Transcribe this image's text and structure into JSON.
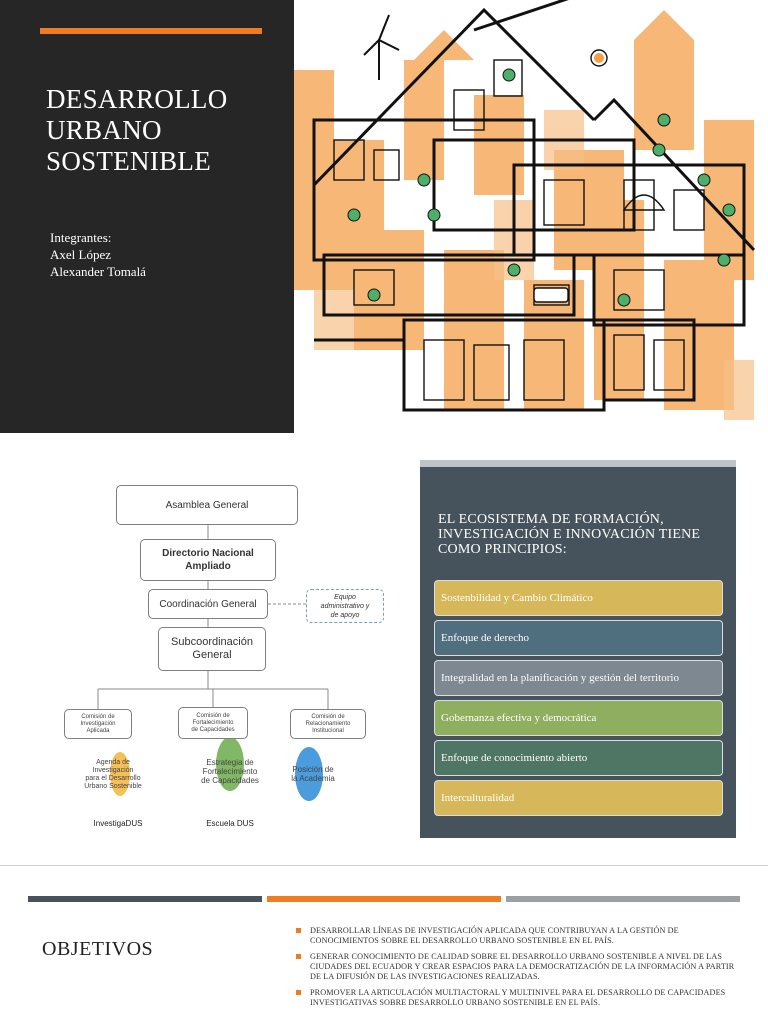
{
  "slide1": {
    "title_lines": [
      "DESARROLLO",
      "URBANO",
      "SOSTENIBLE"
    ],
    "team_label": "Integrantes:",
    "members": [
      "Axel López",
      "Alexander Tomalá"
    ],
    "colors": {
      "dark": "#262626",
      "accent": "#f07c22"
    }
  },
  "slide2": {
    "org_chart": {
      "top": "Asamblea General",
      "directory": [
        "Directorio Nacional",
        "Ampliado"
      ],
      "coordination": "Coordinación General",
      "support": [
        "Equipo",
        "administrativo y",
        "de apoyo"
      ],
      "subcoordination": [
        "Subcoordinación",
        "General"
      ],
      "commissions": [
        {
          "lines": [
            "Comisión de",
            "Investigación",
            "Aplicada"
          ],
          "sub": [
            "Agenda de",
            "Investigación",
            "para el Desarrollo",
            "Urbano Sostenible"
          ],
          "label": "InvestigaDUS",
          "color": "#f5b53c"
        },
        {
          "lines": [
            "Comisión de",
            "Fortalecimiento",
            "de Capacidades"
          ],
          "sub": [
            "Estrategia de",
            "Fortalecimiento",
            "de Capacidades"
          ],
          "label": "Escuela DUS",
          "color": "#6aab4a"
        },
        {
          "lines": [
            "Comisión de",
            "Relacionamiento",
            "Institucional"
          ],
          "sub": [
            "Posición de",
            "la Academia"
          ],
          "label": "",
          "color": "#2a8bd6"
        }
      ]
    },
    "heading": "EL ECOSISTEMA DE FORMACIÓN, INVESTIGACIÓN E INNOVACIÓN TIENE COMO PRINCIPIOS:",
    "principles": [
      {
        "text": "Sostenbilidad y Cambio Climático",
        "color": "#d6b85a"
      },
      {
        "text": "Enfoque de derecho",
        "color": "#4f6f7f"
      },
      {
        "text": "Integralidad en la planificación y gestión del territorio",
        "color": "#7e8890"
      },
      {
        "text": "Gobernanza efectiva y democrática",
        "color": "#8fae5f"
      },
      {
        "text": "Enfoque de conocimiento abierto",
        "color": "#4f7565"
      },
      {
        "text": "Interculturalidad",
        "color": "#d6b85a"
      }
    ]
  },
  "slide3": {
    "title": "OBJETIVOS",
    "bar_colors": [
      "#46535c",
      "#f07c22",
      "#9aa0a6"
    ],
    "objectives": [
      "DESARROLLAR LÍNEAS DE INVESTIGACIÓN APLICADA QUE CONTRIBUYAN A LA GESTIÓN DE CONOCIMIENTOS SOBRE EL DESARROLLO URBANO SOSTENIBLE EN EL PAÍS.",
      "GENERAR CONOCIMIENTO DE CALIDAD SOBRE EL DESARROLLO URBANO SOSTENIBLE A NIVEL DE LAS CIUDADES DEL ECUADOR Y CREAR ESPACIOS PARA LA DEMOCRATIZACIÓN DE LA INFORMACIÓN A PARTIR DE LA DIFUSIÓN DE LAS INVESTIGACIONES REALIZADAS.",
      "PROMOVER LA ARTICULACIÓN MULTIACTORAL Y MULTINIVEL PARA EL DESARROLLO DE CAPACIDADES INVESTIGATIVAS SOBRE DESARROLLO URBANO SOSTENIBLE EN EL PAÍS."
    ]
  }
}
